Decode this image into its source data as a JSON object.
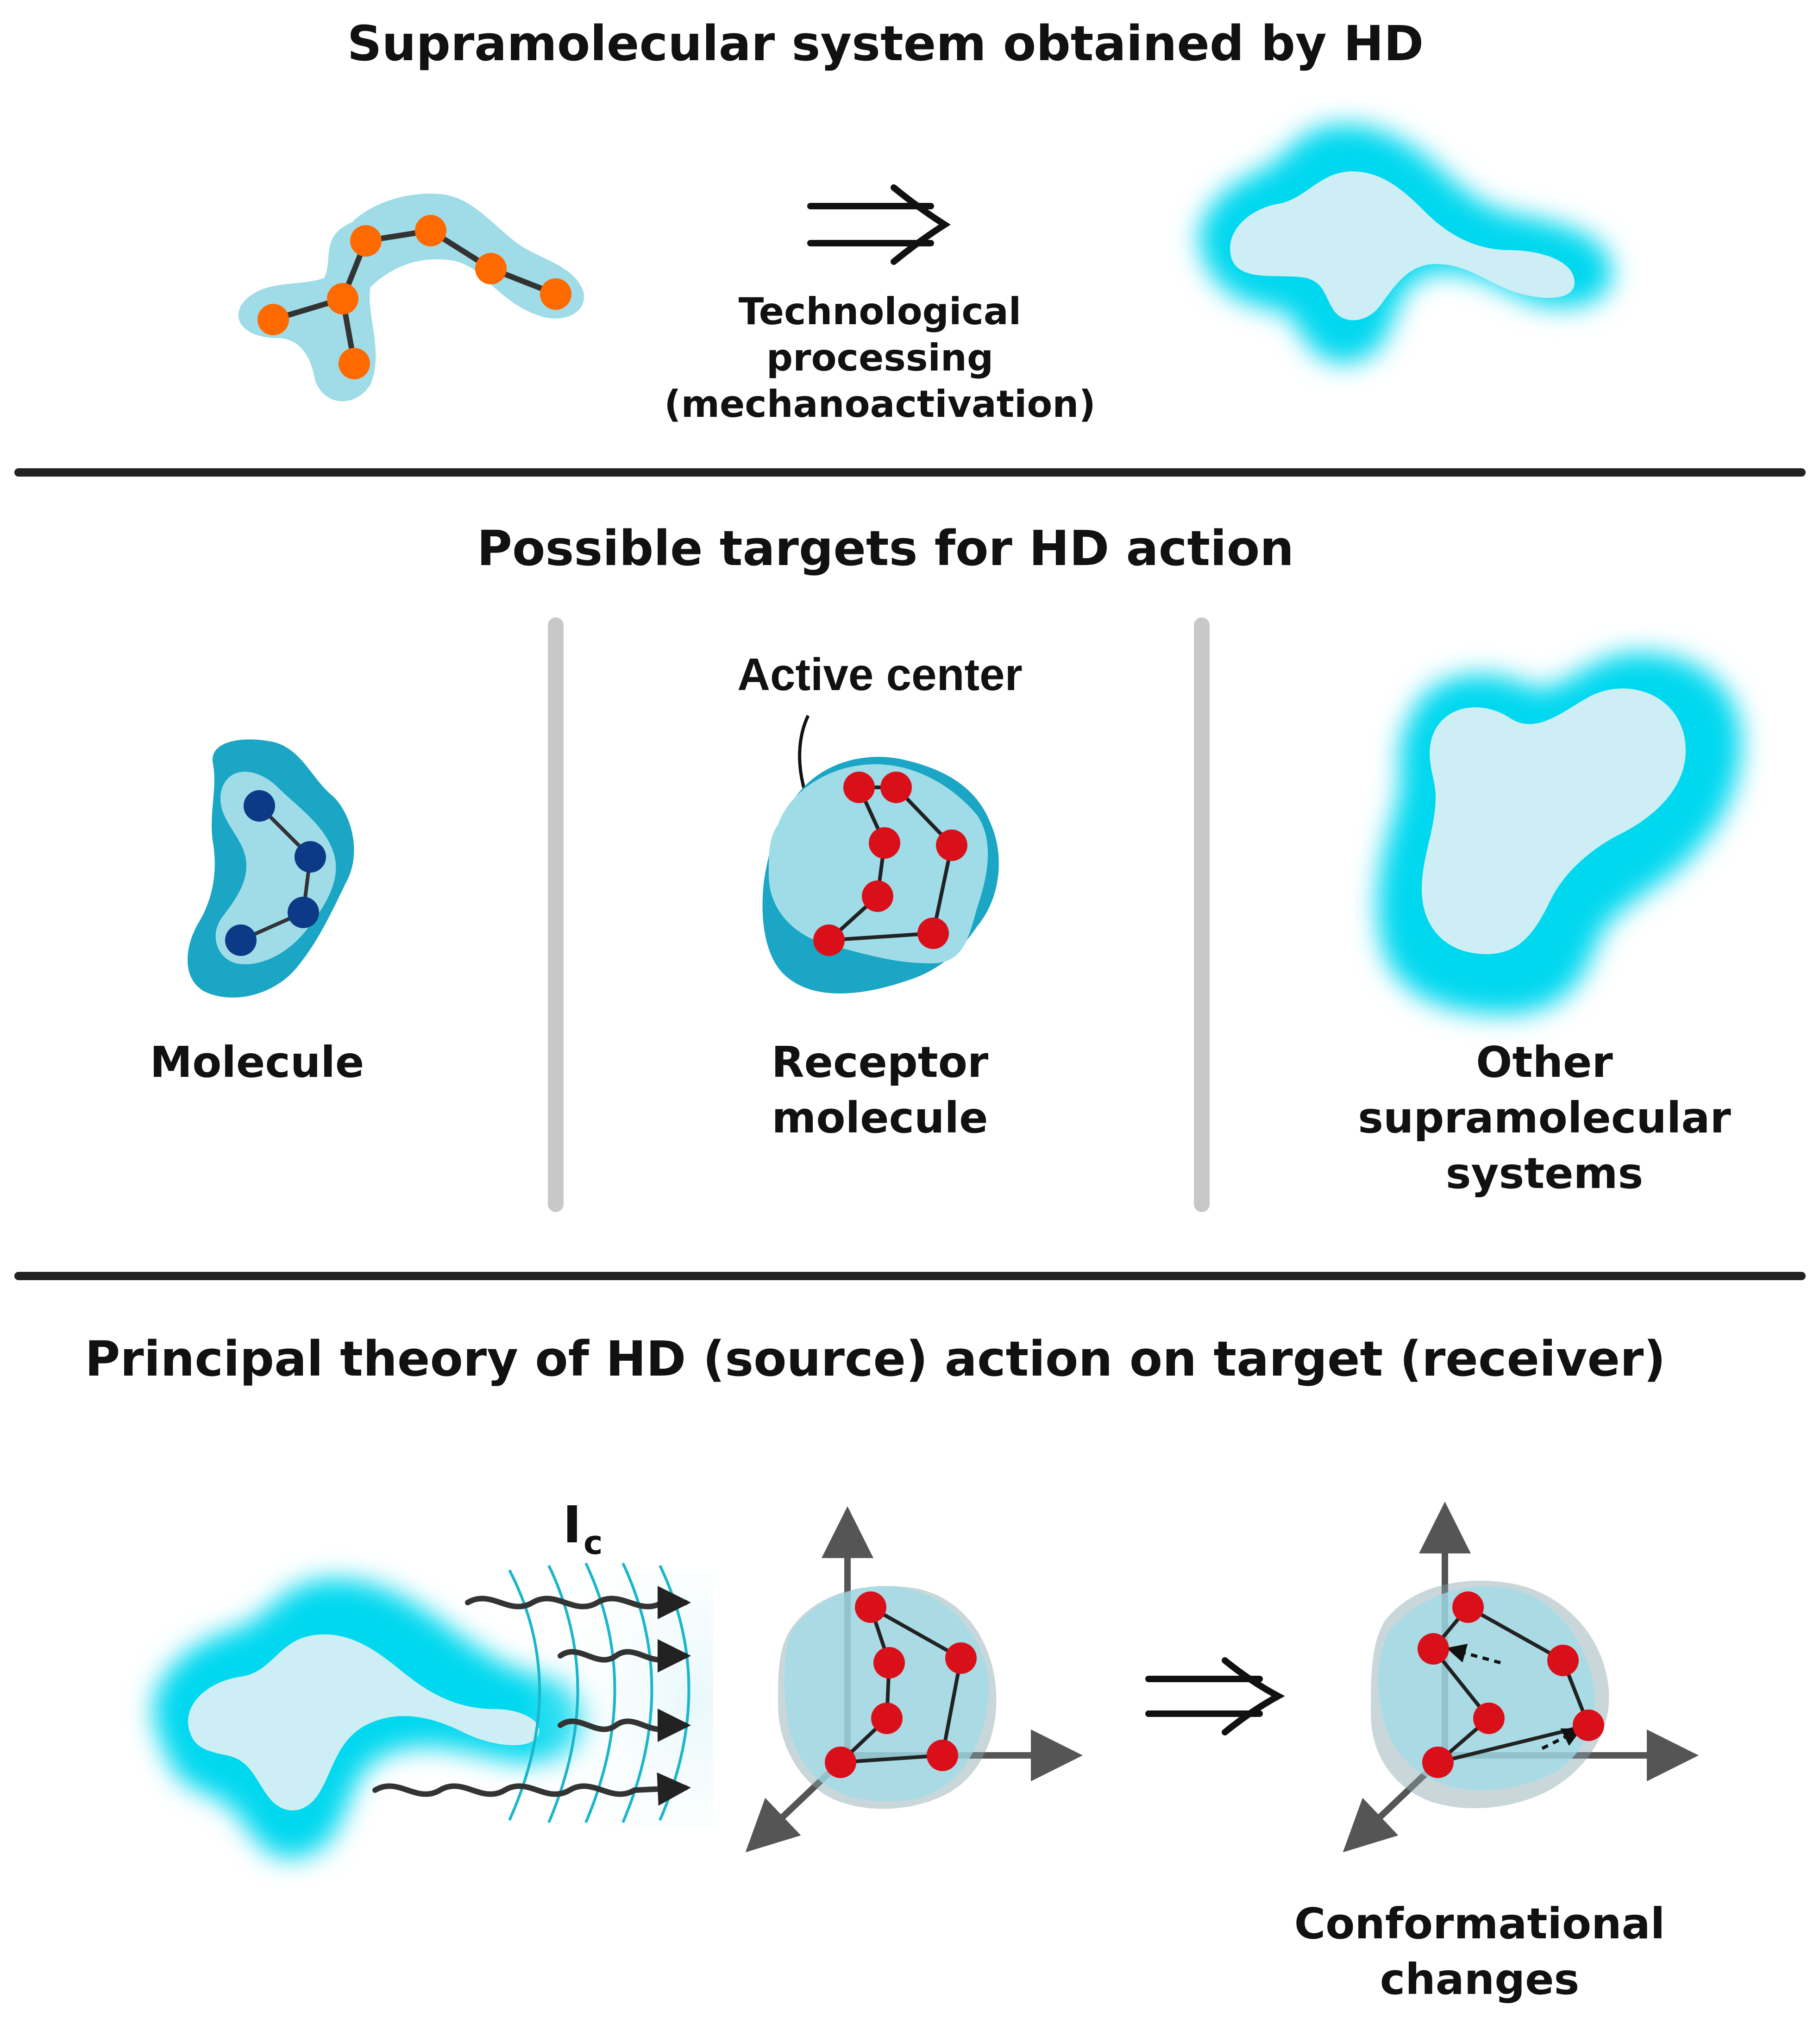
{
  "section1": {
    "title": "Supramolecular system obtained by HD",
    "process_label": {
      "line1": "Technological",
      "line2": "processing",
      "line3": "(mechanoactivation)"
    }
  },
  "section2": {
    "title": "Possible targets for HD action",
    "active_center_label": "Active center",
    "targets": {
      "molecule": "Molecule",
      "receptor_line1": "Receptor",
      "receptor_line2": "molecule",
      "other_line1": "Other",
      "other_line2": "supramolecular",
      "other_line3": "systems"
    }
  },
  "section3": {
    "title": "Principal theory of HD (source) action on target (receiver)",
    "field_symbol": "I",
    "field_subscript": "c",
    "result_line1": "Conformational",
    "result_line2": "changes"
  },
  "colors": {
    "cyan_glow": "#00d8ef",
    "pale_blue": "#cdeef4",
    "blob_blue": "#9fdce8",
    "dark_teal": "#1aa6c4",
    "orange_atom": "#ff6a00",
    "navy_atom": "#0c3a86",
    "red_atom": "#d9101a",
    "divider": "#222222",
    "grey_divider": "#c8c8c8"
  }
}
